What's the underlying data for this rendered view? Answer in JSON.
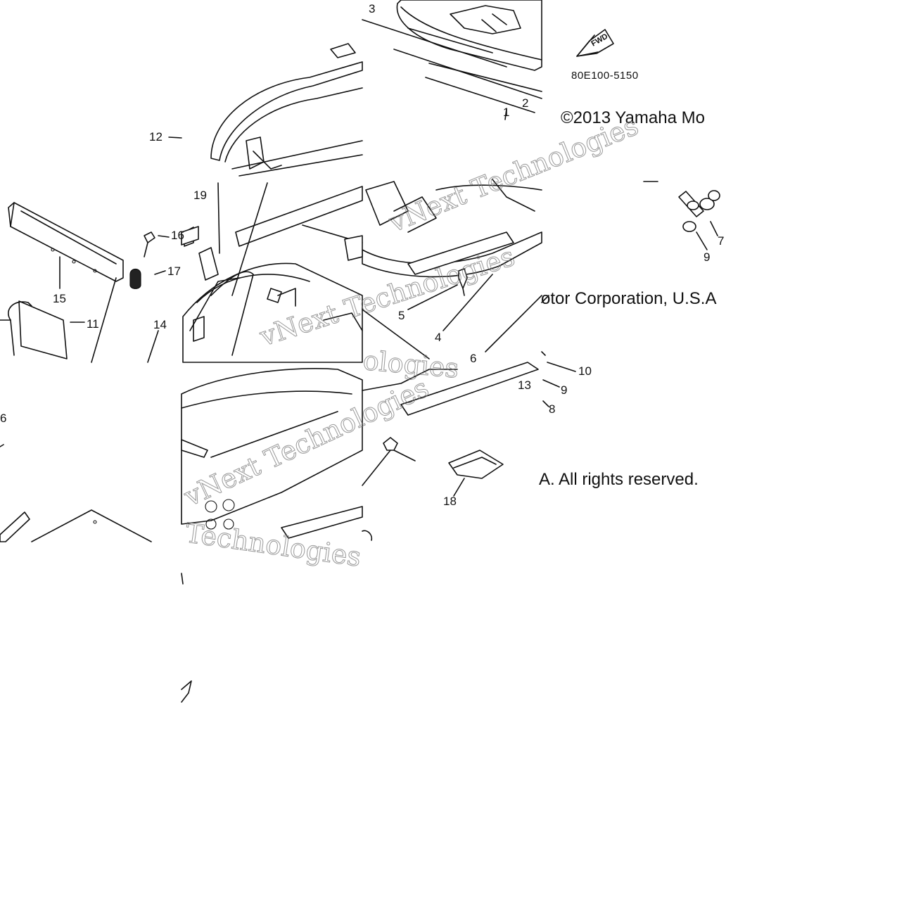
{
  "copyright": {
    "line1": "©2013 Yamaha Mo",
    "line2": "otor Corporation, U.S.A",
    "line3": "A. All rights reserved."
  },
  "part_code": "80E100-5150",
  "fwd_label": "FWD",
  "watermarks": [
    "vNext Technologies",
    "vNext Technologies",
    "vNext Technologies",
    "Technologies",
    "ologies"
  ],
  "callouts": [
    "1",
    "2",
    "3",
    "4",
    "5",
    "6",
    "7",
    "8",
    "9",
    "9",
    "10",
    "11",
    "12",
    "13",
    "14",
    "15",
    "16",
    "17",
    "18",
    "19",
    "6"
  ]
}
